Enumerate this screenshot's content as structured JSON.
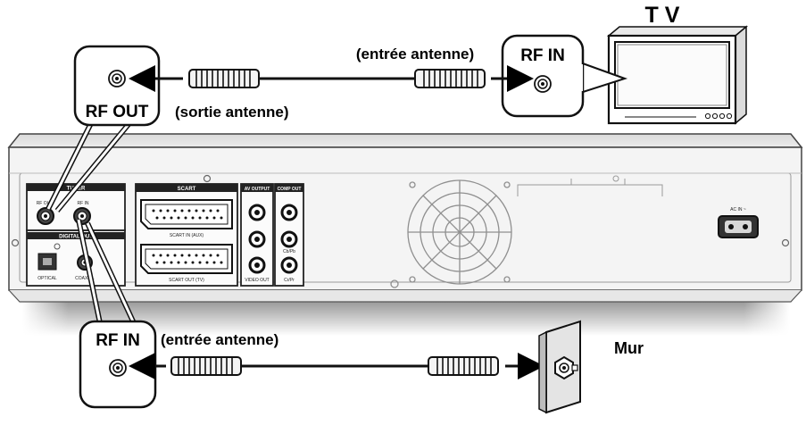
{
  "labels": {
    "tv": "T V",
    "rf_in_tv": "RF IN",
    "antenna_in_top": "(entrée antenne)",
    "rf_out": "RF OUT",
    "antenna_out": "(sortie antenne)",
    "rf_in_bottom": "RF IN",
    "antenna_in_bottom": "(entrée antenne)",
    "wall": "Mur"
  },
  "panel": {
    "tuner": "TUNER",
    "scart": "SCART",
    "av_output": "AV OUTPUT",
    "comp_out": "COMP OUT",
    "digital_out": "DIGITAL OUT",
    "optical": "OPTICAL",
    "coaxial": "COAXIAL",
    "scart_in": "SCART IN (AUX)",
    "scart_out": "SCART OUT (TV)",
    "video_out": "VIDEO OUT",
    "ac_in": "AC IN ~",
    "rf_out_small": "RF OUT",
    "rf_in_small": "RF IN",
    "cb": "Cb/Pb",
    "cr": "Cr/Pr"
  }
}
